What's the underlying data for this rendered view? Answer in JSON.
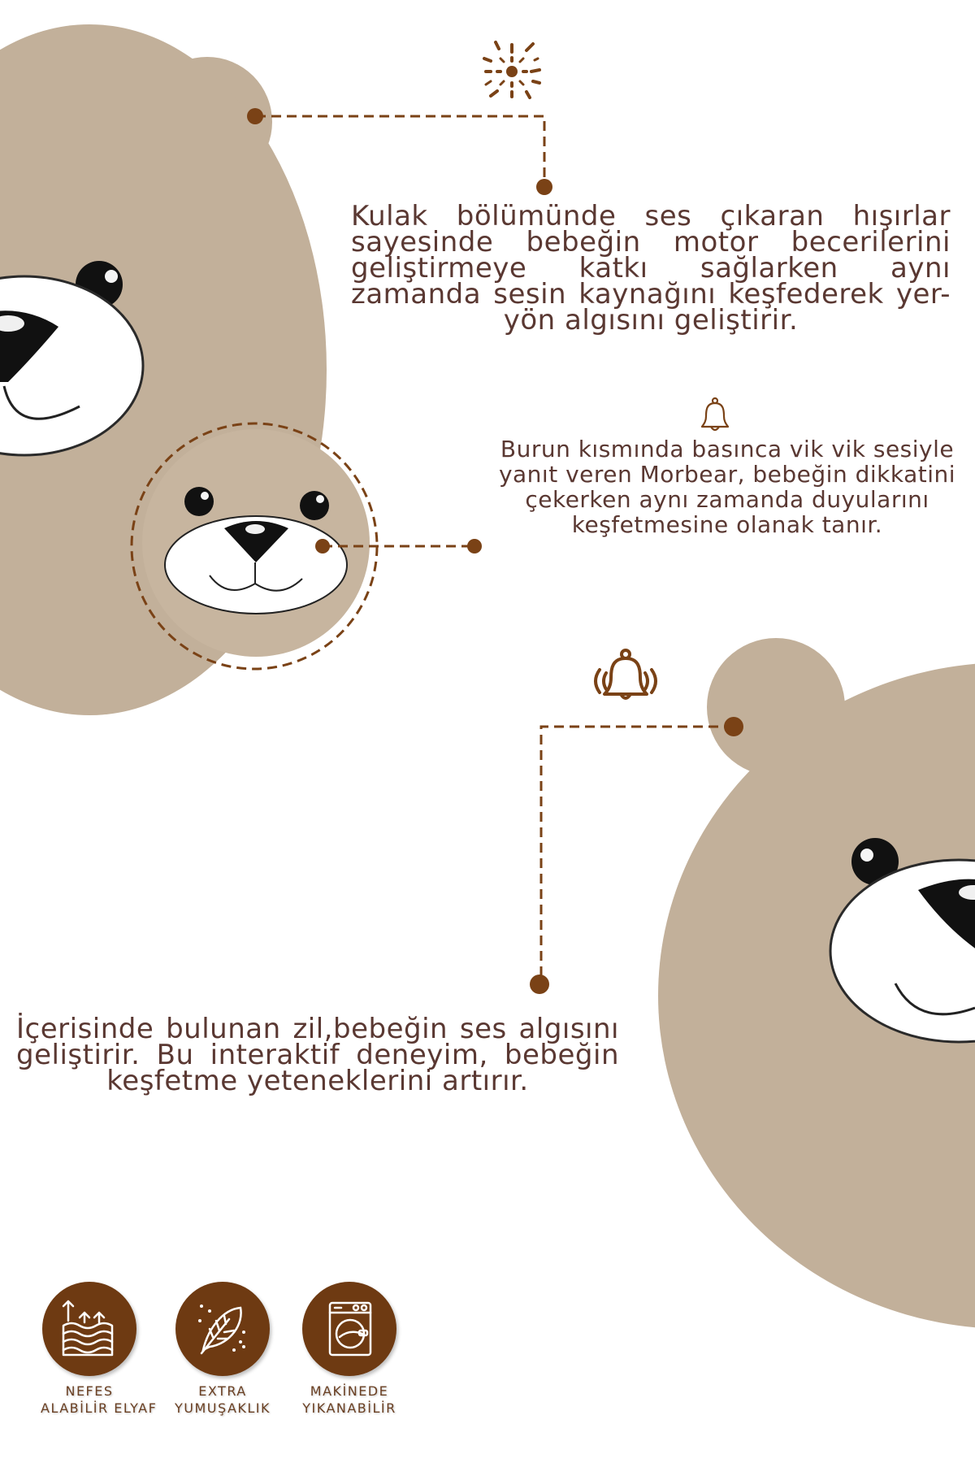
{
  "colors": {
    "accent": "#7a4216",
    "text": "#5a3832",
    "bear_fabric": "#c2b09a",
    "badge_bg": "#6e3a12"
  },
  "features": [
    {
      "icon": "sparkle-icon",
      "text": "Kulak bölümünde ses çıkaran hışırlar sayesinde bebeğin motor becerilerini geliştirmeye katkı sağlarken aynı zamanda sesin kaynağını keşfederek yer-yön algısını geliştirir."
    },
    {
      "icon": "bell-icon",
      "text": "Burun kısmında basınca vik vik sesiyle yanıt veren Morbear, bebeğin dikkatini çekerken aynı zamanda duyularını keşfetmesine olanak tanır."
    },
    {
      "icon": "ringing-bell-icon",
      "text": "İçerisinde bulunan zil,bebeğin ses algısını geliştirir. Bu interaktif deneyim, bebeğin keşfetme yeteneklerini artırır."
    }
  ],
  "badges": [
    {
      "icon": "breathable-fiber-icon",
      "line1": "NEFES",
      "line2": "ALABİLİR ELYAF"
    },
    {
      "icon": "feather-icon",
      "line1": "EXTRA",
      "line2": "YUMUŞAKLIK"
    },
    {
      "icon": "washing-machine-icon",
      "line1": "MAKİNEDE",
      "line2": "YIKANABİLİR"
    }
  ]
}
